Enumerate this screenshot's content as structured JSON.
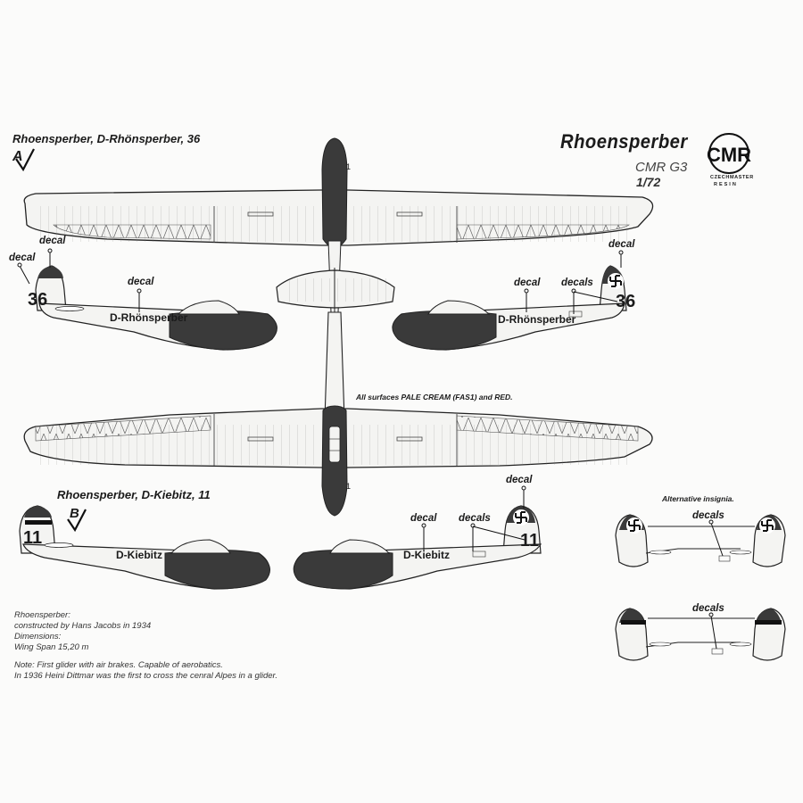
{
  "header": {
    "title": "Rhoensperber",
    "kit_code": "CMR G3",
    "scale": "1/72",
    "logo_mark": "CMR",
    "logo_sub1": "CZECHMASTER",
    "logo_sub2": "RESIN"
  },
  "variant_a": {
    "heading": "Rhoensperber, D-Rhönsperber, 36",
    "letter": "A",
    "registration": "D-Rhönsperber",
    "number": "36",
    "decal_label": "decal",
    "decals_label": "decals"
  },
  "variant_b": {
    "heading": "Rhoensperber, D-Kiebitz, 11",
    "letter": "B",
    "registration": "D-Kiebitz",
    "number": "11",
    "decal_label": "decal",
    "decals_label": "decals"
  },
  "colors_note": "All surfaces PALE CREAM (FAS1) and RED.",
  "alternative": {
    "heading": "Alternative insignia.",
    "decals_label": "decals"
  },
  "notes": {
    "lines": [
      "Rhoensperber:",
      "constructed by Hans Jacobs in 1934",
      "Dimensions:",
      "Wing Span 15,20 m"
    ],
    "note_lines": [
      "Note: First glider with air brakes. Capable of aerobatics.",
      "In 1936 Heini Dittmar was the first to cross the cenral Alpes in a glider."
    ]
  },
  "colors": {
    "paper": "#fbfbfa",
    "dark": "#3a3a3a",
    "cream": "#f4f4f2",
    "ink": "#1b1b1b"
  }
}
